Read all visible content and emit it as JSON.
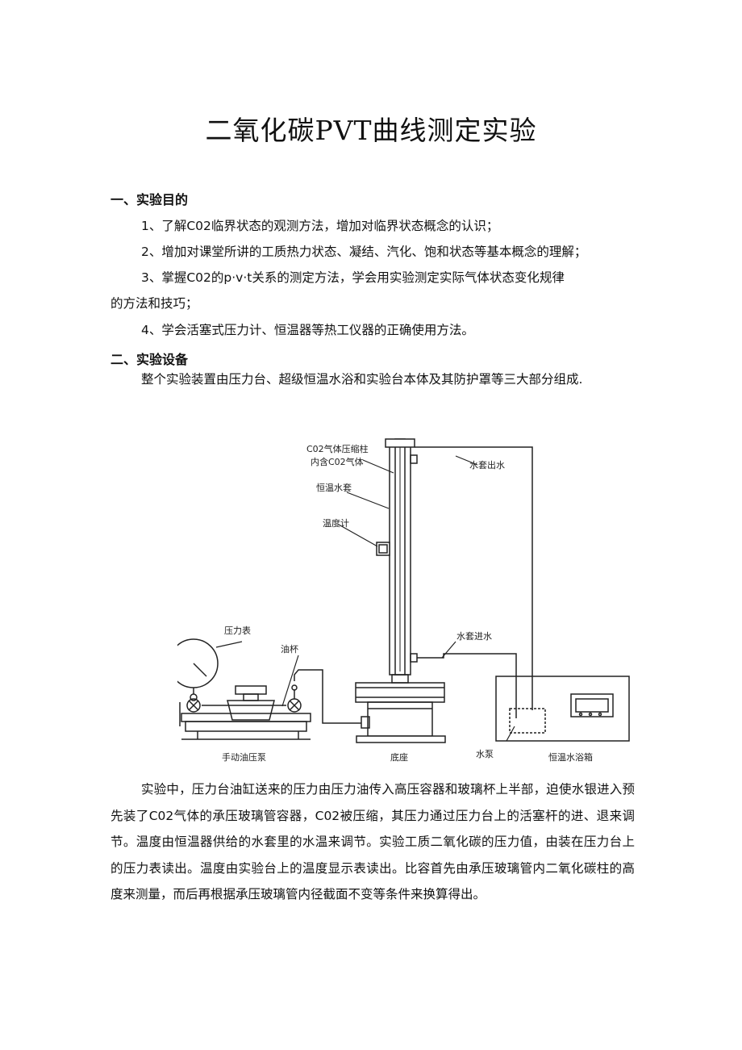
{
  "title": "二氧化碳PVT曲线测定实验",
  "section1": {
    "heading": "一、实验目的",
    "items": [
      "1、了解C02临界状态的观测方法，增加对临界状态概念的认识；",
      "2、增加对课堂所讲的工质热力状态、凝结、汽化、饱和状态等基本概念的理解；",
      "3、掌握C02的p·v·t关系的测定方法，学会用实验测定实际气体状态变化规律",
      "的方法和技巧；",
      "4、学会活塞式压力计、恒温器等热工仪器的正确使用方法。"
    ]
  },
  "section2": {
    "heading": "二、实验设备",
    "intro": "整个实验装置由压力台、超级恒温水浴和实验台本体及其防护罩等三大部分组成."
  },
  "diagram": {
    "labels": {
      "column_line1": "C02气体压缩柱",
      "column_line2": "内含C02气体",
      "water_out": "水套出水",
      "jacket": "恒温水套",
      "thermometer": "温度计",
      "gauge": "压力表",
      "water_in": "水套进水",
      "oil_cup": "油杯",
      "pump": "手动油压泵",
      "base": "底座",
      "water_pump": "水泵",
      "bath": "恒温水浴箱"
    }
  },
  "paragraph": "实验中，压力台油缸送来的压力由压力油传入高压容器和玻璃杯上半部，迫使水银进入预先装了C02气体的承压玻璃管容器，C02被压缩，其压力通过压力台上的活塞杆的进、退来调节。温度由恒温器供给的水套里的水温来调节。实验工质二氧化碳的压力值，由装在压力台上的压力表读出。温度由实验台上的温度显示表读出。比容首先由承压玻璃管内二氧化碳柱的高度来测量，而后再根据承压玻璃管内径截面不变等条件来换算得出。"
}
